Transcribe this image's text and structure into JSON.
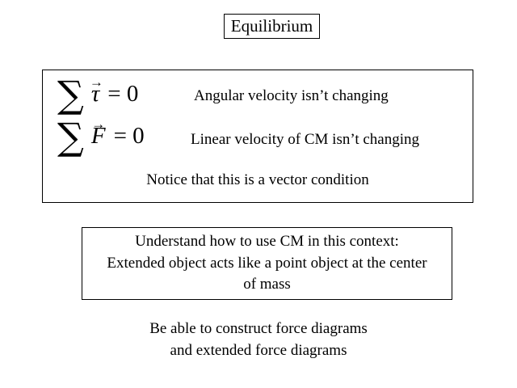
{
  "slide": {
    "title": "Equilibrium",
    "background_color": "#ffffff",
    "text_color": "#000000",
    "border_color": "#000000"
  },
  "equilibrium_box": {
    "conditions": [
      {
        "sigma": "∑",
        "arrow": "→",
        "symbol": "τ",
        "equals": "= 0",
        "description": "Angular velocity isn’t changing"
      },
      {
        "sigma": "∑",
        "arrow": "→",
        "symbol": "F",
        "equals": "= 0",
        "description": "Linear velocity of CM isn’t changing"
      }
    ],
    "note": "Notice that this is a vector condition"
  },
  "cm_box": {
    "lines": [
      "Understand how to use CM in this context:",
      "Extended object acts like a point object at the center",
      "of mass"
    ]
  },
  "bottom_text": {
    "lines": [
      "Be able to construct force diagrams",
      "and extended force diagrams"
    ]
  }
}
